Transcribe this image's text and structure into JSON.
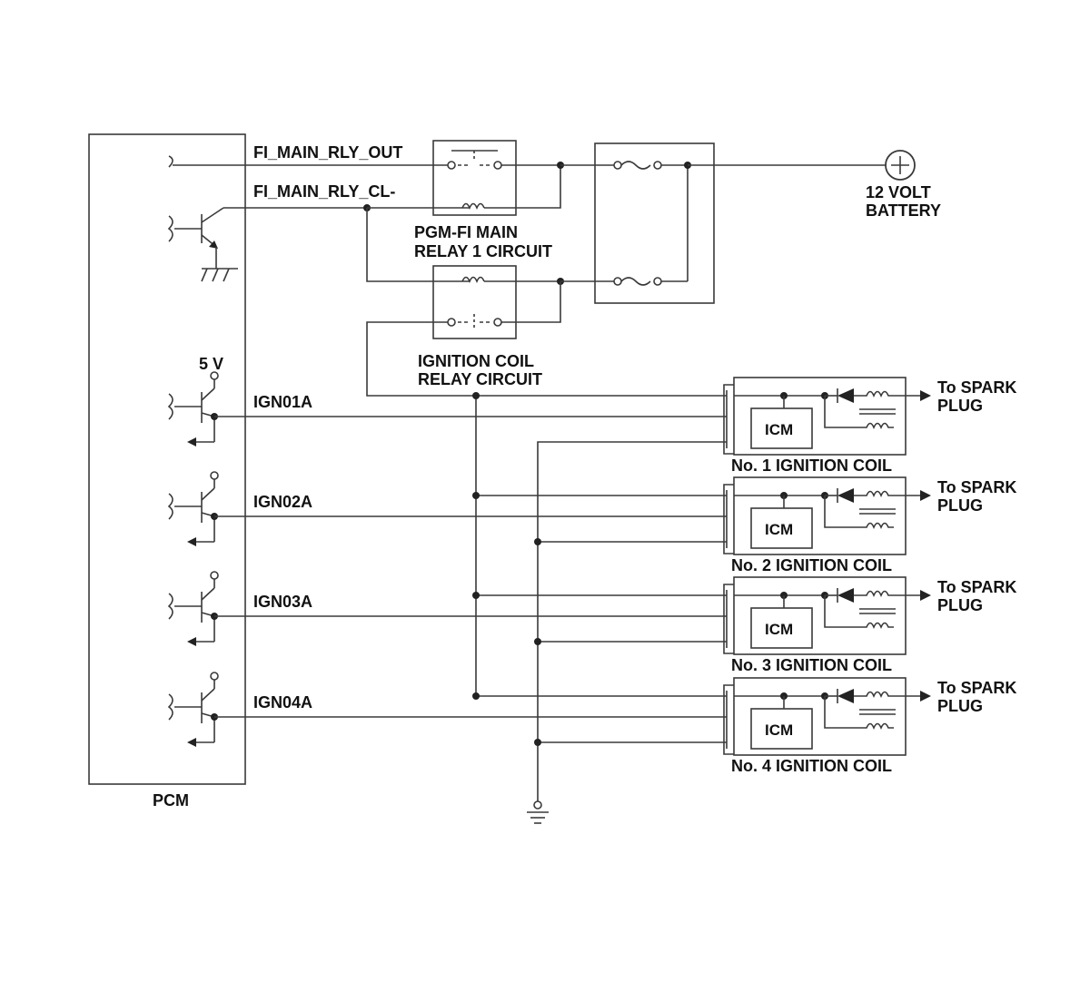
{
  "labels": {
    "pcm": "PCM",
    "fi_main_rly_out": "FI_MAIN_RLY_OUT",
    "fi_main_rly_cl": "FI_MAIN_RLY_CL-",
    "five_v": "5 V",
    "main_relay_line1": "PGM-FI MAIN",
    "main_relay_line2": "RELAY 1 CIRCUIT",
    "ign_relay_line1": "IGNITION COIL",
    "ign_relay_line2": "RELAY CIRCUIT",
    "battery_line1": "12 VOLT",
    "battery_line2": "BATTERY"
  },
  "channels": [
    {
      "signal": "IGN01A",
      "coil": "No. 1 IGNITION COIL",
      "module": "ICM",
      "spark1": "To SPARK",
      "spark2": "PLUG"
    },
    {
      "signal": "IGN02A",
      "coil": "No. 2 IGNITION COIL",
      "module": "ICM",
      "spark1": "To SPARK",
      "spark2": "PLUG"
    },
    {
      "signal": "IGN03A",
      "coil": "No. 3 IGNITION COIL",
      "module": "ICM",
      "spark1": "To SPARK",
      "spark2": "PLUG"
    },
    {
      "signal": "IGN04A",
      "coil": "No. 4 IGNITION COIL",
      "module": "ICM",
      "spark1": "To SPARK",
      "spark2": "PLUG"
    }
  ],
  "icons": [
    "battery-plus-icon",
    "ground-icon",
    "transistor-icon",
    "relay-contact-icon",
    "relay-coil-icon",
    "fuse-icon",
    "diode-icon",
    "coil-winding-icon",
    "arrow-right-icon"
  ]
}
